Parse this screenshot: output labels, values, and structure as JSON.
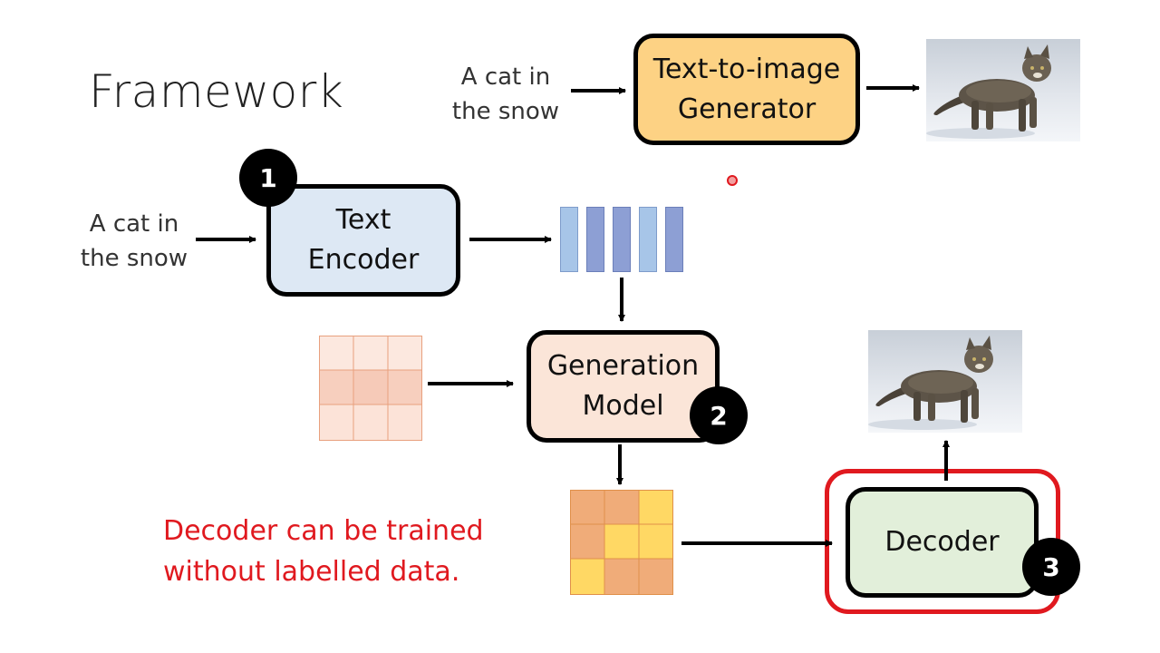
{
  "slide": {
    "title": "Framework",
    "note_line1": "Decoder can be trained",
    "note_line2": "without labelled data."
  },
  "top_row": {
    "input_line1": "A cat in",
    "input_line2": "the snow",
    "generator_line1": "Text-to-image",
    "generator_line2": "Generator",
    "generator_color": "#fdd284"
  },
  "pipeline": {
    "input_line1": "A cat in",
    "input_line2": "the snow",
    "encoder_line1": "Text",
    "encoder_line2": "Encoder",
    "encoder_color": "#dde8f4",
    "generation_line1": "Generation",
    "generation_line2": "Model",
    "generation_color": "#fbe5d8",
    "decoder_label": "Decoder",
    "decoder_color": "#e2efda",
    "highlight_color": "#e0191f"
  },
  "badges": {
    "step1": "1",
    "step2": "2",
    "step3": "3"
  }
}
